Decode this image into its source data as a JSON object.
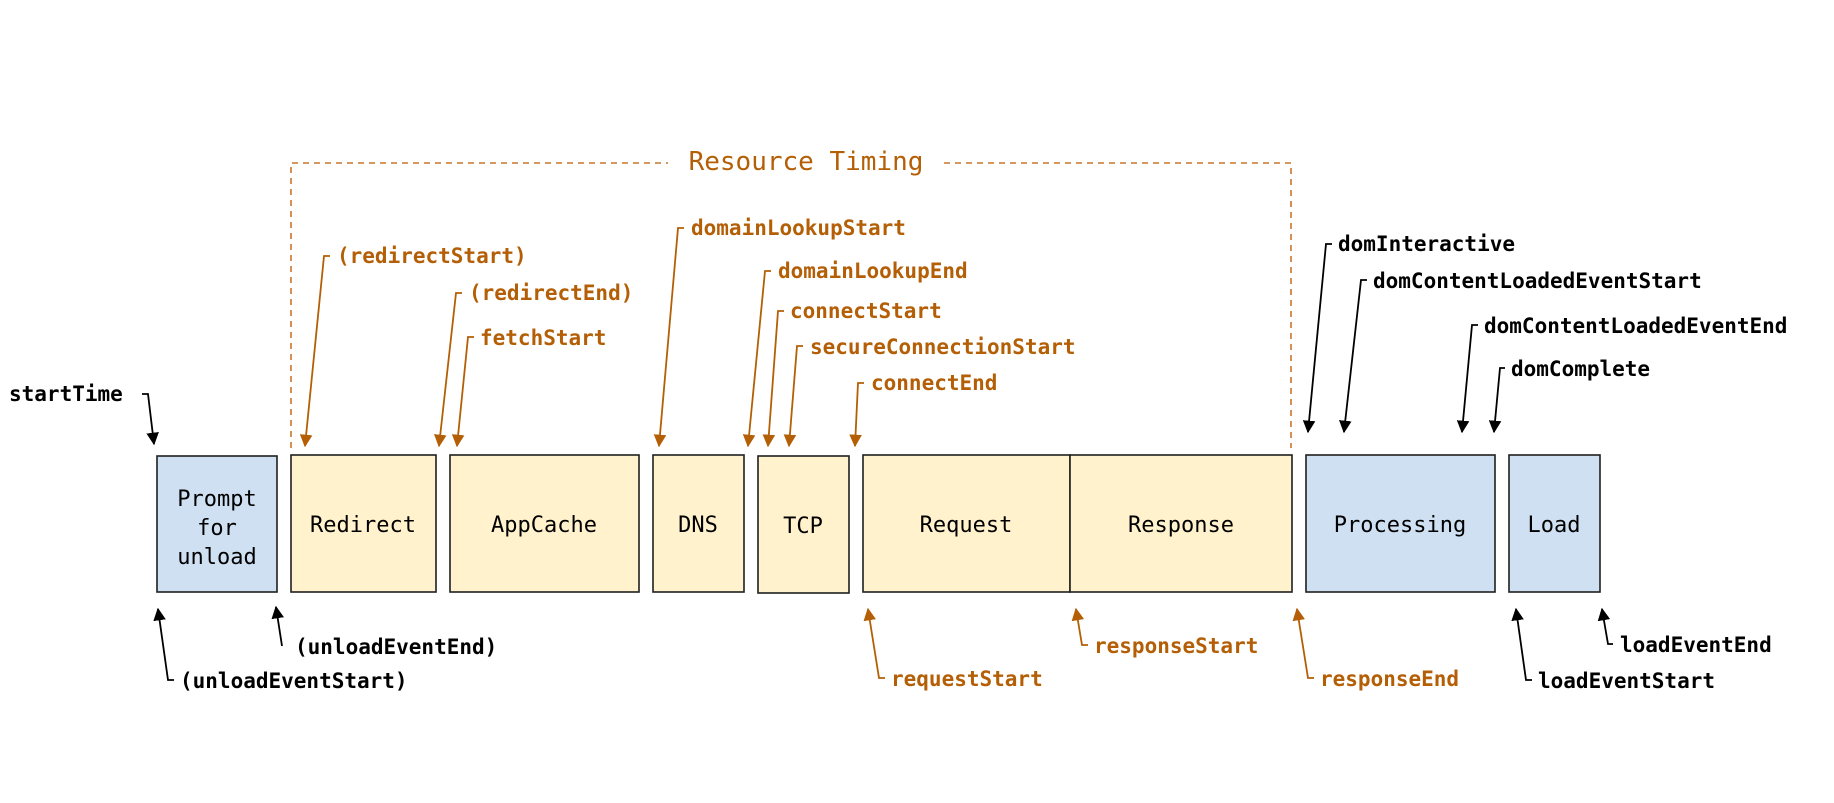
{
  "colors": {
    "blue_fill": "#cfe0f2",
    "yellow_fill": "#fff2cc",
    "orange": "#b45f06",
    "black": "#000000"
  },
  "title": "Resource Timing",
  "stages": [
    {
      "lines": [
        "Prompt",
        "for",
        "unload"
      ],
      "color": "blue"
    },
    {
      "lines": [
        "Redirect"
      ],
      "color": "yellow"
    },
    {
      "lines": [
        "AppCache"
      ],
      "color": "yellow"
    },
    {
      "lines": [
        "DNS"
      ],
      "color": "yellow"
    },
    {
      "lines": [
        "TCP"
      ],
      "color": "yellow"
    },
    {
      "lines": [
        "Request"
      ],
      "color": "yellow"
    },
    {
      "lines": [
        "Response"
      ],
      "color": "yellow"
    },
    {
      "lines": [
        "Processing"
      ],
      "color": "blue"
    },
    {
      "lines": [
        "Load"
      ],
      "color": "blue"
    }
  ],
  "markers": {
    "start_time": "startTime",
    "unload_event_start": "(unloadEventStart)",
    "unload_event_end": "(unloadEventEnd)",
    "redirect_start": "(redirectStart)",
    "redirect_end": "(redirectEnd)",
    "fetch_start": "fetchStart",
    "domain_lookup_start": "domainLookupStart",
    "domain_lookup_end": "domainLookupEnd",
    "connect_start": "connectStart",
    "secure_connection_start": "secureConnectionStart",
    "connect_end": "connectEnd",
    "request_start": "requestStart",
    "response_start": "responseStart",
    "response_end": "responseEnd",
    "dom_interactive": "domInteractive",
    "dom_content_loaded_event_start": "domContentLoadedEventStart",
    "dom_content_loaded_event_end": "domContentLoadedEventEnd",
    "dom_complete": "domComplete",
    "load_event_start": "loadEventStart",
    "load_event_end": "loadEventEnd"
  }
}
